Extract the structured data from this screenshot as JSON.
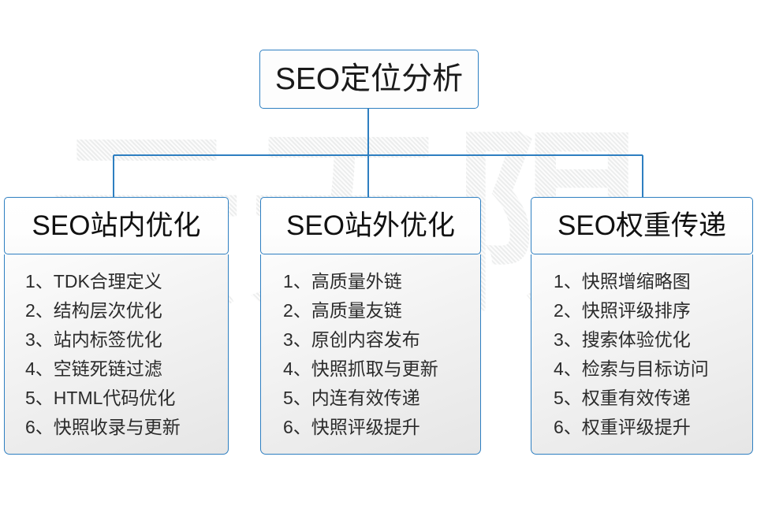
{
  "diagram": {
    "type": "hierarchy-tree",
    "watermark_text": "云无限",
    "accent_color": "#2e7fc1",
    "root": {
      "label": "SEO定位分析"
    },
    "columns": [
      {
        "header": "SEO站内优化",
        "items": [
          "1、TDK合理定义",
          "2、结构层次优化",
          "3、站内标签优化",
          "4、空链死链过滤",
          "5、HTML代码优化",
          "6、快照收录与更新"
        ]
      },
      {
        "header": "SEO站外优化",
        "items": [
          "1、高质量外链",
          "2、高质量友链",
          "3、原创内容发布",
          "4、快照抓取与更新",
          "5、内连有效传递",
          "6、快照评级提升"
        ]
      },
      {
        "header": "SEO权重传递",
        "items": [
          "1、快照增缩略图",
          "2、快照评级排序",
          "3、搜索体验优化",
          "4、检索与目标访问",
          "5、权重有效传递",
          "6、权重评级提升"
        ]
      }
    ]
  }
}
